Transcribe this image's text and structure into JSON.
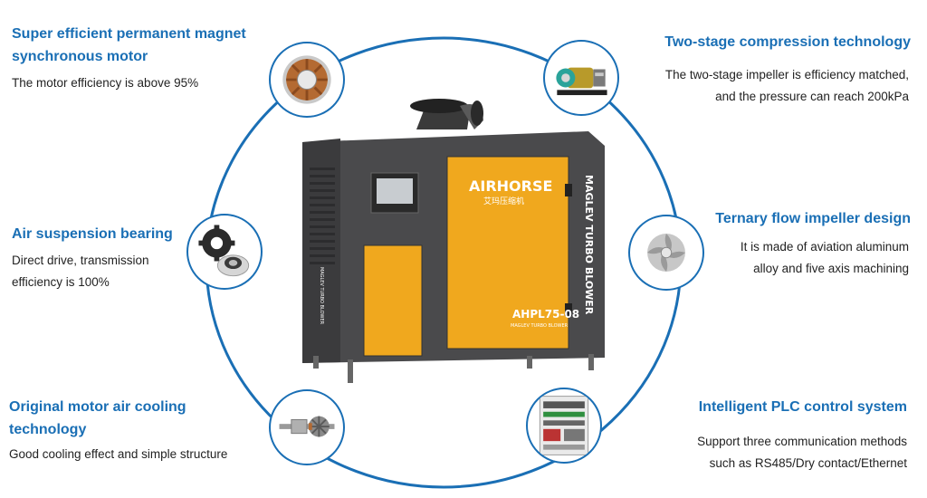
{
  "features": {
    "motor": {
      "title_line1": "Super efficient permanent magnet",
      "title_line2": "synchronous motor",
      "desc_line1": "The motor efficiency is above 95%",
      "icon": "motor-stator-icon"
    },
    "bearing": {
      "title_line1": "Air suspension bearing",
      "desc_line1": "Direct drive, transmission",
      "desc_line2": "efficiency is 100%",
      "icon": "bearing-icon"
    },
    "cooling": {
      "title_line1": "Original motor air cooling",
      "title_line2": "technology",
      "desc_line1": "Good cooling effect and simple structure",
      "icon": "rotor-shaft-icon"
    },
    "compression": {
      "title_line1": "Two-stage compression technology",
      "desc_line1": "The two-stage impeller is efficiency matched,",
      "desc_line2": "and the pressure can reach 200kPa",
      "icon": "compressor-unit-icon"
    },
    "impeller": {
      "title_line1": "Ternary flow impeller design",
      "desc_line1": "It is made of aviation aluminum",
      "desc_line2": "alloy and five axis machining",
      "icon": "impeller-icon"
    },
    "plc": {
      "title_line1": "Intelligent PLC control system",
      "desc_line1": "Support three communication methods",
      "desc_line2": "such as RS485/Dry contact/Ethernet",
      "icon": "control-cabinet-icon"
    }
  },
  "machine": {
    "brand": "AIRHORSE",
    "brand_cn": "艾玛压缩机",
    "side_label": "MAGLEV TURBO BLOWER",
    "model": "AHPL75-08",
    "model_sub": "MAGLEV TURBO BLOWER",
    "small_side_label": "MAGLEV TURBO BLOWER"
  },
  "colors": {
    "accent": "#1a6fb5",
    "panel_orange": "#f0a81e",
    "body_gray": "#4a4a4c"
  }
}
